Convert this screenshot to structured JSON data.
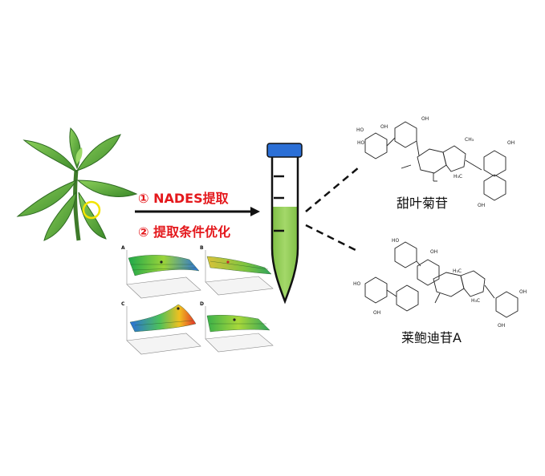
{
  "steps": [
    {
      "number": "①",
      "text": "NADES提取"
    },
    {
      "number": "②",
      "text": "提取条件优化"
    }
  ],
  "compounds": [
    {
      "name": "甜叶菊苷"
    },
    {
      "name": "莱鲍迪苷A"
    }
  ],
  "panels": [
    "A",
    "B",
    "C",
    "D"
  ],
  "structure_labels": {
    "oh": "OH",
    "ho": "HO",
    "h3c": "H₃C",
    "ch3": "CH₃"
  },
  "colors": {
    "step_text": "#e4181c",
    "tube_liquid": "#8fcb55",
    "tube_cap": "#2b6fd6",
    "highlight_circle": "#f2e400"
  }
}
